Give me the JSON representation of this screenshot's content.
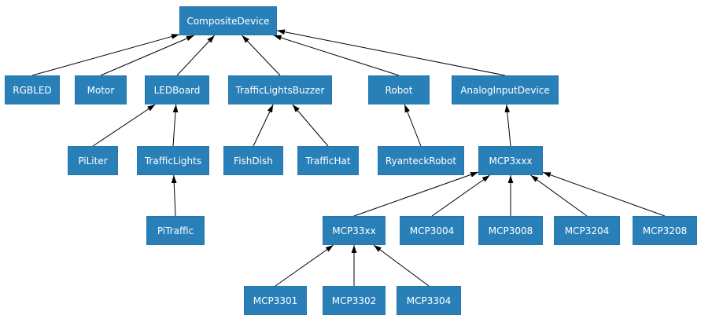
{
  "diagram": {
    "background": "#ffffff",
    "node_fill": "#2980b9",
    "node_border": "#2577ab",
    "node_text_color": "#ffffff",
    "edge_color": "#000000",
    "nodes": [
      {
        "id": "CompositeDevice",
        "label": "CompositeDevice"
      },
      {
        "id": "RGBLED",
        "label": "RGBLED"
      },
      {
        "id": "Motor",
        "label": "Motor"
      },
      {
        "id": "LEDBoard",
        "label": "LEDBoard"
      },
      {
        "id": "TrafficLightsBuzzer",
        "label": "TrafficLightsBuzzer"
      },
      {
        "id": "Robot",
        "label": "Robot"
      },
      {
        "id": "AnalogInputDevice",
        "label": "AnalogInputDevice"
      },
      {
        "id": "PiLiter",
        "label": "PiLiter"
      },
      {
        "id": "TrafficLights",
        "label": "TrafficLights"
      },
      {
        "id": "FishDish",
        "label": "FishDish"
      },
      {
        "id": "TrafficHat",
        "label": "TrafficHat"
      },
      {
        "id": "RyanteckRobot",
        "label": "RyanteckRobot"
      },
      {
        "id": "MCP3xxx",
        "label": "MCP3xxx"
      },
      {
        "id": "PiTraffic",
        "label": "PiTraffic"
      },
      {
        "id": "MCP33xx",
        "label": "MCP33xx"
      },
      {
        "id": "MCP3004",
        "label": "MCP3004"
      },
      {
        "id": "MCP3008",
        "label": "MCP3008"
      },
      {
        "id": "MCP3204",
        "label": "MCP3204"
      },
      {
        "id": "MCP3208",
        "label": "MCP3208"
      },
      {
        "id": "MCP3301",
        "label": "MCP3301"
      },
      {
        "id": "MCP3302",
        "label": "MCP3302"
      },
      {
        "id": "MCP3304",
        "label": "MCP3304"
      }
    ],
    "edges": [
      {
        "from": "RGBLED",
        "to": "CompositeDevice"
      },
      {
        "from": "Motor",
        "to": "CompositeDevice"
      },
      {
        "from": "LEDBoard",
        "to": "CompositeDevice"
      },
      {
        "from": "TrafficLightsBuzzer",
        "to": "CompositeDevice"
      },
      {
        "from": "Robot",
        "to": "CompositeDevice"
      },
      {
        "from": "AnalogInputDevice",
        "to": "CompositeDevice"
      },
      {
        "from": "PiLiter",
        "to": "LEDBoard"
      },
      {
        "from": "TrafficLights",
        "to": "LEDBoard"
      },
      {
        "from": "FishDish",
        "to": "TrafficLightsBuzzer"
      },
      {
        "from": "TrafficHat",
        "to": "TrafficLightsBuzzer"
      },
      {
        "from": "RyanteckRobot",
        "to": "Robot"
      },
      {
        "from": "MCP3xxx",
        "to": "AnalogInputDevice"
      },
      {
        "from": "PiTraffic",
        "to": "TrafficLights"
      },
      {
        "from": "MCP33xx",
        "to": "MCP3xxx"
      },
      {
        "from": "MCP3004",
        "to": "MCP3xxx"
      },
      {
        "from": "MCP3008",
        "to": "MCP3xxx"
      },
      {
        "from": "MCP3204",
        "to": "MCP3xxx"
      },
      {
        "from": "MCP3208",
        "to": "MCP3xxx"
      },
      {
        "from": "MCP3301",
        "to": "MCP33xx"
      },
      {
        "from": "MCP3302",
        "to": "MCP33xx"
      },
      {
        "from": "MCP3304",
        "to": "MCP33xx"
      }
    ]
  }
}
